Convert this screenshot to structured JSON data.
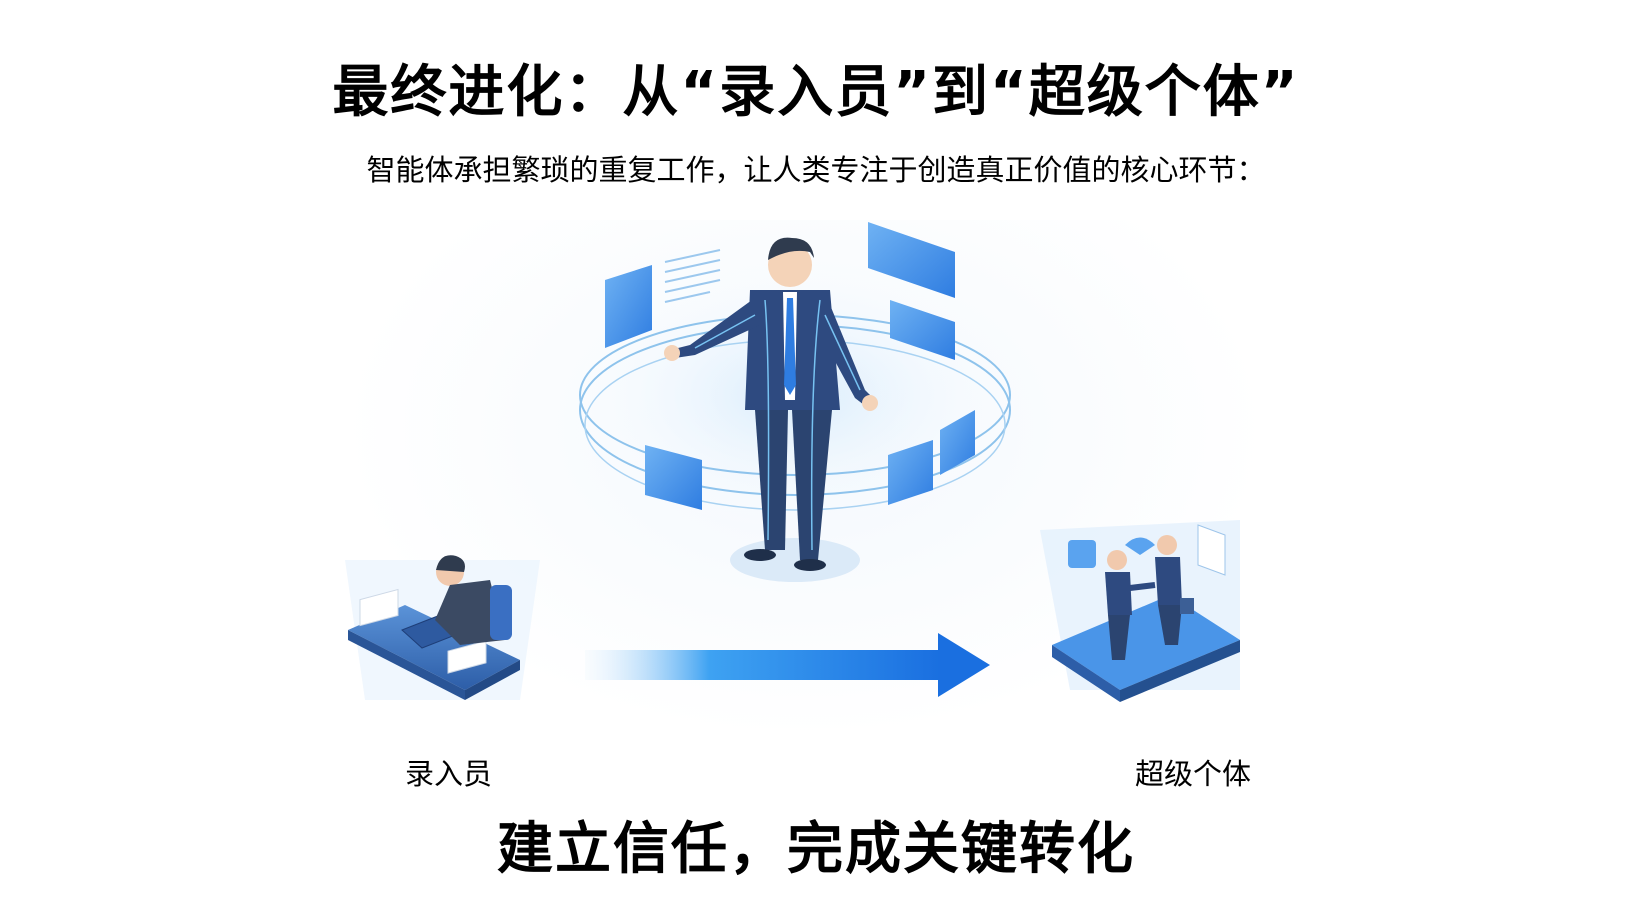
{
  "slide": {
    "title": "最终进化：从“录入员”到“超级个体”",
    "subtitle": "智能体承担繁琐的重复工作，让人类专注于创造真正价值的核心环节：",
    "illustration": {
      "left_figure": {
        "label": "录入员",
        "icon": "data-entry-clerk-icon"
      },
      "center_figure": {
        "icon": "ai-augmented-person-icon"
      },
      "arrow": {
        "icon": "arrow-right-icon",
        "gradient_start": "#e6f2fd",
        "gradient_end": "#1a6fe0"
      },
      "right_figure": {
        "label": "超级个体",
        "icon": "handshake-super-individual-icon"
      }
    },
    "footer": "建立信任，完成关键转化"
  },
  "colors": {
    "background": "#ffffff",
    "text": "#000000",
    "accent_blue": "#2f7de1",
    "suit_navy": "#2e4a80",
    "panel_blue": "#4a95e8"
  }
}
